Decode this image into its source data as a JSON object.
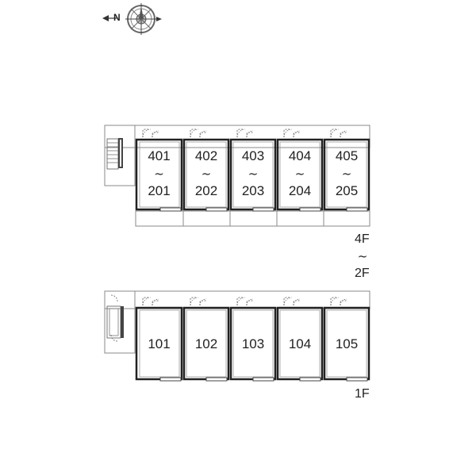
{
  "compass": {
    "north_label": "N",
    "icon": "compass-rose-icon"
  },
  "upper_block": {
    "floor_label_top": "4F",
    "floor_label_tilde": "~",
    "floor_label_bottom": "2F",
    "units": [
      {
        "top": "401",
        "tilde": "~",
        "bottom": "201"
      },
      {
        "top": "402",
        "tilde": "~",
        "bottom": "202"
      },
      {
        "top": "403",
        "tilde": "~",
        "bottom": "203"
      },
      {
        "top": "404",
        "tilde": "~",
        "bottom": "204"
      },
      {
        "top": "405",
        "tilde": "~",
        "bottom": "205"
      }
    ]
  },
  "lower_block": {
    "floor_label": "1F",
    "units": [
      {
        "label": "101"
      },
      {
        "label": "102"
      },
      {
        "label": "103"
      },
      {
        "label": "104"
      },
      {
        "label": "105"
      }
    ]
  }
}
